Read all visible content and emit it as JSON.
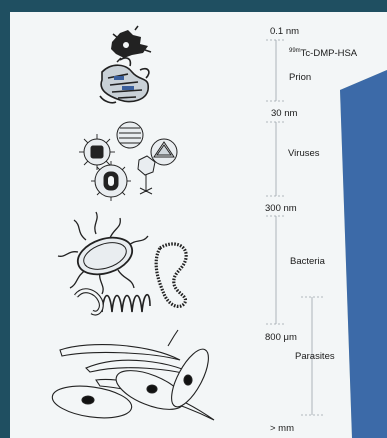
{
  "colors": {
    "frame": "#1f4f61",
    "page": "#f3f6f7",
    "shadow": "#3c6aa8",
    "ink": "#1a1a1a",
    "scale_line": "#9aa4ab"
  },
  "scale": {
    "marks": [
      "0.1 nm",
      "30 nm",
      "300 nm",
      "800 μm",
      "> mm"
    ]
  },
  "labels": {
    "tracer": {
      "superscript": "99m",
      "main": "Tc-DMP-HSA"
    },
    "prion": "Prion",
    "viruses": "Viruses",
    "bacteria": "Bacteria",
    "parasites": "Parasites"
  },
  "illustrations": [
    "molecule-icon",
    "prion-protein-icon",
    "virus-cluster-icon",
    "bacteria-icon",
    "parasite-cells-icon"
  ]
}
